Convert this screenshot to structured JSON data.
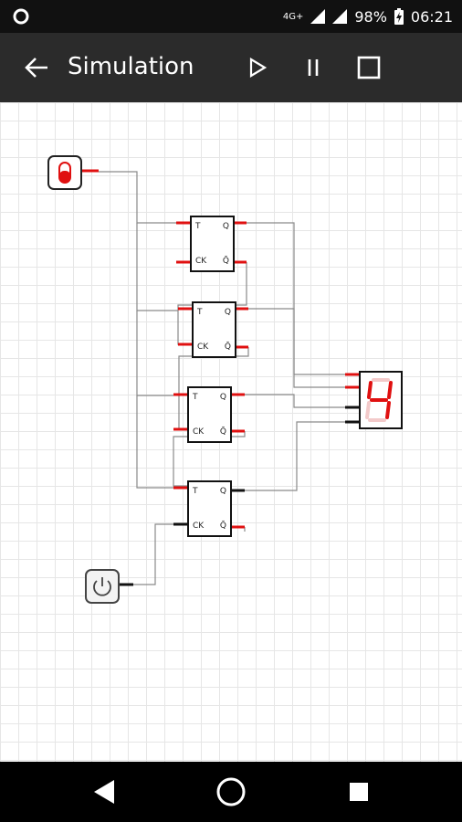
{
  "status_bar": {
    "network": "4G+",
    "battery": "98%",
    "time": "06:21"
  },
  "app_bar": {
    "title": "Simulation"
  },
  "flip_flops": [
    {
      "t_label": "T",
      "ck_label": "CK",
      "q_label": "Q",
      "qbar_label": "Q̄"
    },
    {
      "t_label": "T",
      "ck_label": "CK",
      "q_label": "Q",
      "qbar_label": "Q̄"
    },
    {
      "t_label": "T",
      "ck_label": "CK",
      "q_label": "Q",
      "qbar_label": "Q̄"
    },
    {
      "t_label": "T",
      "ck_label": "CK",
      "q_label": "Q",
      "qbar_label": "Q̄"
    }
  ],
  "display": {
    "digit": "4",
    "color": "#e01010"
  },
  "colors": {
    "status_bar": "#111111",
    "app_bar": "#2b2b2b",
    "pin_red": "#e01010",
    "wire": "#888888"
  },
  "icons": {
    "back": "arrow-left-icon",
    "play": "play-icon",
    "pause": "pause-icon",
    "stop": "stop-icon",
    "nav_back": "triangle-back-icon",
    "nav_home": "circle-home-icon",
    "nav_recents": "square-recents-icon"
  }
}
